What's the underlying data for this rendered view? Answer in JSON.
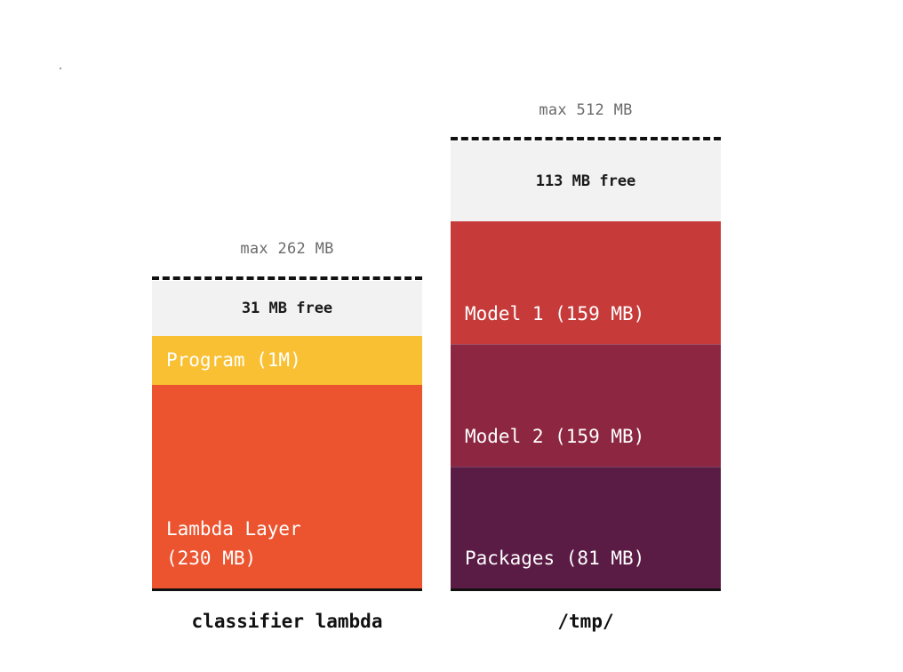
{
  "left_column": {
    "max_label": "max 262 MB",
    "free_label": "31 MB free",
    "segments": [
      {
        "label": "Program (1M)",
        "color": "#f8c032"
      },
      {
        "label": "Lambda Layer\n(230 MB)",
        "color": "#ec5430"
      }
    ],
    "caption": "classifier lambda"
  },
  "right_column": {
    "max_label": "max 512 MB",
    "free_label": "113 MB free",
    "segments": [
      {
        "label": "Model 1 (159 MB)",
        "color": "#c73a3a"
      },
      {
        "label": "Model 2 (159 MB)",
        "color": "#8d2640"
      },
      {
        "label": "Packages (81 MB)",
        "color": "#5a1b44"
      }
    ],
    "caption": "/tmp/"
  },
  "colors": {
    "free_bg": "#f2f2f2",
    "baseline": "#111111",
    "max_text": "#6b6b6b"
  }
}
